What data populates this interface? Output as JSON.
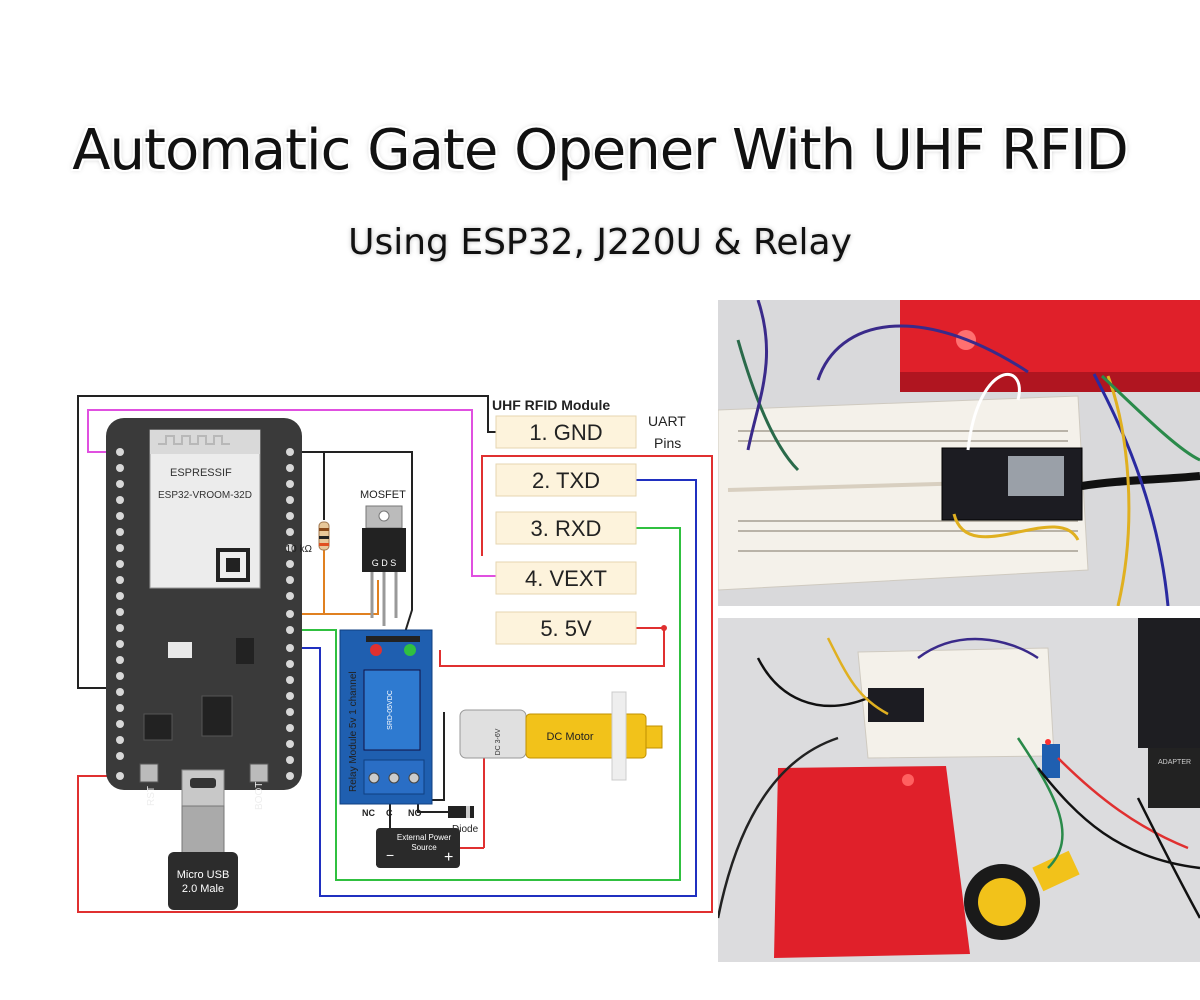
{
  "header": {
    "title": "Automatic Gate Opener With UHF RFID",
    "subtitle": "Using ESP32, J220U & Relay"
  },
  "diagram": {
    "module_title": "UHF RFID Module",
    "uart_label_line1": "UART",
    "uart_label_line2": "Pins",
    "pins": [
      "1. GND",
      "2. TXD",
      "3. RXD",
      "4. VEXT",
      "5. 5V"
    ],
    "esp_brand": "ESPRESSIF",
    "esp_model": "ESP32-VROOM-32D",
    "resistor_label": "10 kΩ",
    "mosfet_label": "MOSFET",
    "mosfet_pins": "G D S",
    "relay_label": "Relay Module 5v 1 channel",
    "relay_pins": [
      "NC",
      "C",
      "NO"
    ],
    "motor_label": "DC Motor",
    "diode_label": "Diode",
    "power_label_line1": "External Power",
    "power_label_line2": "Source",
    "usb_label_line1": "Micro USB",
    "usb_label_line2": "2.0 Male",
    "rst_label": "RST",
    "boot_label": "BOOT"
  },
  "colors": {
    "board": "#3a3a3a",
    "wire_red": "#e03030",
    "wire_green": "#30c040",
    "wire_blue": "#2030c0",
    "wire_magenta": "#e050e0",
    "wire_orange": "#e08020",
    "wire_black": "#222222",
    "pinbox_fill": "#fdf3dc",
    "relay_blue": "#1f5fb0",
    "motor_yellow": "#f2c21a",
    "reader_red": "#e0202a"
  }
}
